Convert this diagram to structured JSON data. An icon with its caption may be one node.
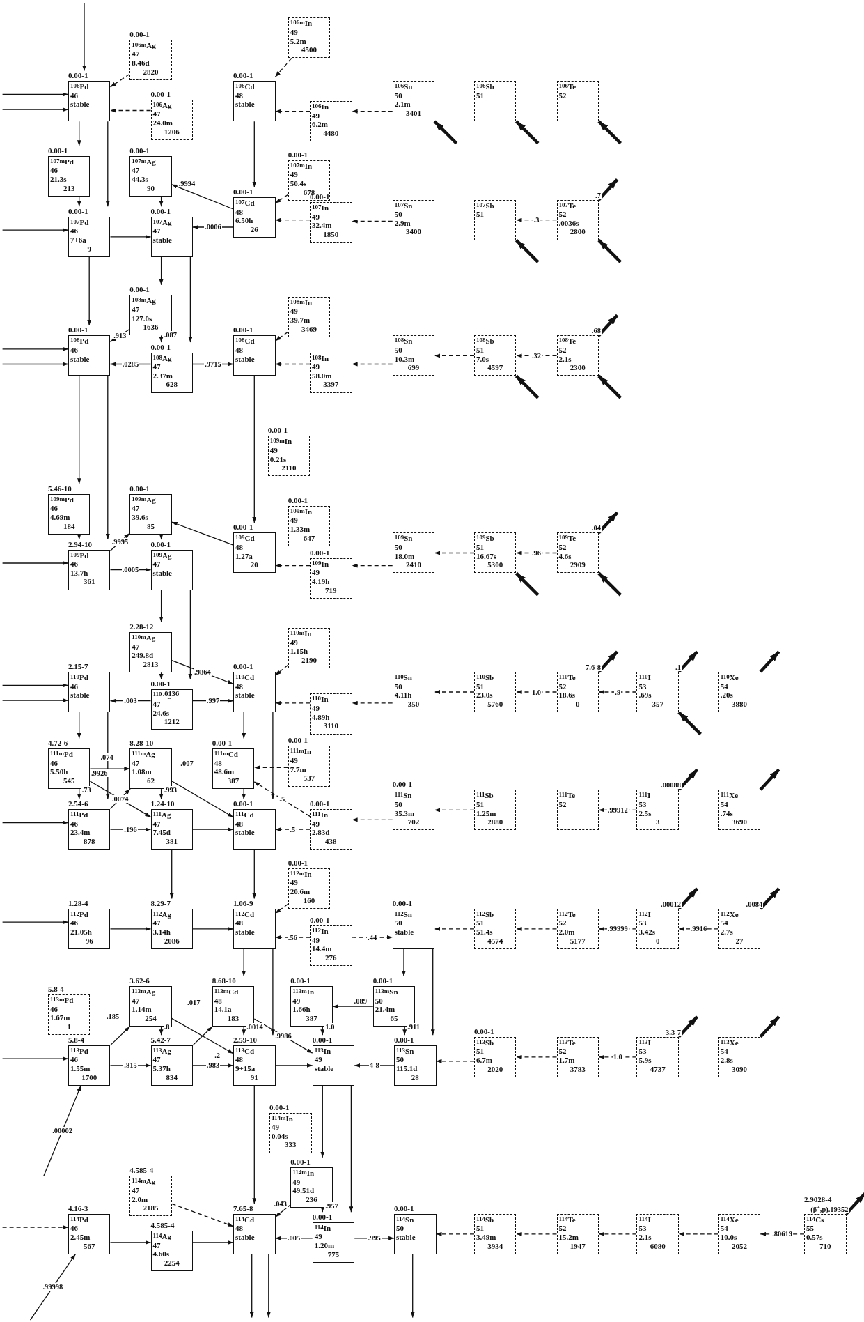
{
  "diagram": {
    "nodes": [
      {
        "text": [
          "$^{106}$Pd",
          "46",
          "stable"
        ],
        "beside": [
          "0.00-1"
        ]
      },
      {
        "text": [
          "$^{106m}$Ag",
          "47",
          "8.46d",
          "2820"
        ],
        "beside": [
          "0.00-1"
        ]
      },
      {
        "text": [
          "$^{106}$Ag",
          "47",
          "24.0m",
          "1206"
        ],
        "beside": [
          "0.00-1"
        ]
      },
      {
        "text": [
          "$^{106}$Cd",
          "48",
          "stable"
        ],
        "beside": [
          "0.00-1"
        ]
      },
      {
        "text": [
          "$^{106m}$In",
          "49",
          "5.2m",
          "4500"
        ]
      },
      {
        "text": [
          "$^{106}$In",
          "49",
          "6.2m",
          "4480"
        ]
      },
      {
        "text": [
          "$^{106}$Sn",
          "50",
          "2.1m",
          "3401"
        ]
      },
      {
        "text": [
          "$^{106}$Sb",
          "51"
        ]
      },
      {
        "text": [
          "$^{106}$Te",
          "52"
        ]
      },
      {
        "text": [
          "$^{107m}$Pd",
          "46",
          "21.3s",
          "213"
        ],
        "beside": [
          "0.00-1"
        ]
      },
      {
        "text": [
          "$^{107m}$Ag",
          "47",
          "44.3s",
          "90"
        ],
        "beside": [
          "0.00-1"
        ]
      },
      {
        "text": [
          "$^{107}$Pd",
          "46",
          "7+6a",
          "9"
        ],
        "beside": [
          "0.00-1"
        ]
      },
      {
        "text": [
          "$^{107}$Ag",
          "47",
          "stable"
        ],
        "beside": [
          "0.00-1"
        ]
      },
      {
        "text": [
          "$^{107}$Cd",
          "48",
          "6.50h",
          "26"
        ],
        "beside": [
          "0.00-1"
        ]
      },
      {
        "text": [
          "$^{107m}$In",
          "49",
          "50.4s",
          "678"
        ],
        "beside": [
          "0.00-1"
        ]
      },
      {
        "text": [
          "$^{107}$In",
          "49",
          "32.4m",
          "1850"
        ],
        "beside": [
          "0.00-1"
        ]
      },
      {
        "text": [
          "$^{107}$Sn",
          "50",
          "2.9m",
          "3400"
        ]
      },
      {
        "text": [
          "$^{107}$Sb",
          "51"
        ]
      },
      {
        "text": [
          "$^{107}$Te",
          "52",
          ".0036s",
          "2800"
        ]
      },
      {
        "text": [
          "$^{108m}$Ag",
          "47",
          "127.0s",
          "1636"
        ],
        "beside": [
          "0.00-1"
        ]
      },
      {
        "text": [
          "$^{108}$Pd",
          "46",
          "stable"
        ],
        "beside": [
          "0.00-1"
        ]
      },
      {
        "text": [
          "$^{108}$Ag",
          "47",
          "2.37m",
          "628"
        ],
        "beside": [
          "0.00-1"
        ]
      },
      {
        "text": [
          "$^{108}$Cd",
          "48",
          "stable"
        ],
        "beside": [
          "0.00-1"
        ]
      },
      {
        "text": [
          "$^{108m}$In",
          "49",
          "39.7m",
          "3469"
        ]
      },
      {
        "text": [
          "$^{108}$In",
          "49",
          "58.0m",
          "3397"
        ]
      },
      {
        "text": [
          "$^{108}$Sn",
          "50",
          "10.3m",
          "699"
        ]
      },
      {
        "text": [
          "$^{108}$Sb",
          "51",
          "7.0s",
          "4597"
        ]
      },
      {
        "text": [
          "$^{108}$Te",
          "52",
          "2.1s",
          "2300"
        ]
      },
      {
        "text": [
          "$^{109m}$In",
          "49",
          "0.21s",
          "2110"
        ],
        "beside": [
          "0.00-1"
        ]
      },
      {
        "text": [
          "$^{109m}$Pd",
          "46",
          "4.69m",
          "184"
        ],
        "beside": [
          "5.46-10"
        ]
      },
      {
        "text": [
          "$^{109m}$Ag",
          "47",
          "39.6s",
          "85"
        ],
        "beside": [
          "0.00-1"
        ]
      },
      {
        "text": [
          "$^{109m}$In",
          "49",
          "1.33m",
          "647"
        ],
        "beside": [
          "0.00-1"
        ]
      },
      {
        "text": [
          "$^{109}$Pd",
          "46",
          "13.7h",
          "361"
        ],
        "beside": [
          "2.94-10"
        ]
      },
      {
        "text": [
          "$^{109}$Ag",
          "47",
          "stable"
        ],
        "beside": [
          "0.00-1"
        ]
      },
      {
        "text": [
          "$^{109}$Cd",
          "48",
          "1.27a",
          "20"
        ],
        "beside": [
          "0.00-1"
        ]
      },
      {
        "text": [
          "$^{109}$In",
          "49",
          "4.19h",
          "719"
        ],
        "beside": [
          "0.00-1"
        ]
      },
      {
        "text": [
          "$^{109}$Sn",
          "50",
          "18.0m",
          "2410"
        ]
      },
      {
        "text": [
          "$^{109}$Sb",
          "51",
          "16.67s",
          "5300"
        ]
      },
      {
        "text": [
          "$^{109}$Te",
          "52",
          "4.6s",
          "2909"
        ]
      },
      {
        "text": [
          "$^{110m}$Ag",
          "47",
          "249.8d",
          "2813"
        ],
        "beside": [
          "2.28-12"
        ]
      },
      {
        "text": [
          "$^{110}$Pd",
          "46",
          "stable"
        ],
        "beside": [
          "2.15-7"
        ]
      },
      {
        "text": [
          "$^{110}$Ag",
          "47",
          "24.6s",
          "1212"
        ],
        "beside": [
          "0.00-1"
        ]
      },
      {
        "text": [
          "$^{110}$Cd",
          "48",
          "stable"
        ],
        "beside": [
          "0.00-1"
        ]
      },
      {
        "text": [
          "$^{110m}$In",
          "49",
          "1.15h",
          "2190"
        ]
      },
      {
        "text": [
          "$^{110}$In",
          "49",
          "4.89h",
          "3110"
        ]
      },
      {
        "text": [
          "$^{110}$Sn",
          "50",
          "4.11h",
          "350"
        ]
      },
      {
        "text": [
          "$^{110}$Sb",
          "51",
          "23.0s",
          "5760"
        ]
      },
      {
        "text": [
          "$^{110}$Te",
          "52",
          "18.6s",
          "0"
        ]
      },
      {
        "text": [
          "$^{110}$I",
          "53",
          ".69s",
          "357"
        ]
      },
      {
        "text": [
          "$^{110}$Xe",
          "54",
          ".20s",
          "3880"
        ]
      },
      {
        "text": [
          "$^{111m}$Pd",
          "46",
          "5.50h",
          "545"
        ],
        "beside": [
          "4.72-6"
        ]
      },
      {
        "text": [
          "$^{111m}$Ag",
          "47",
          "1.08m",
          "62"
        ],
        "beside": [
          "8.28-10"
        ]
      },
      {
        "text": [
          "$^{111m}$Cd",
          "48",
          "48.6m",
          "387"
        ],
        "beside": [
          "0.00-1"
        ]
      },
      {
        "text": [
          "$^{111m}$In",
          "49",
          "7.7m",
          "537"
        ],
        "beside": [
          "0.00-1"
        ]
      },
      {
        "text": [
          "$^{111}$Pd",
          "46",
          "23.4m",
          "878"
        ],
        "beside": [
          "2.54-6"
        ]
      },
      {
        "text": [
          "$^{111}$Ag",
          "47",
          "7.45d",
          "381"
        ],
        "beside": [
          "1.24-10"
        ]
      },
      {
        "text": [
          "$^{111}$Cd",
          "48",
          "stable"
        ],
        "beside": [
          "0.00-1"
        ]
      },
      {
        "text": [
          "$^{111}$In",
          "49",
          "2.83d",
          "438"
        ],
        "beside": [
          "0.00-1"
        ]
      },
      {
        "text": [
          "$^{111}$Sn",
          "50",
          "35.3m",
          "702"
        ],
        "beside": [
          "0.00-1"
        ]
      },
      {
        "text": [
          "$^{111}$Sb",
          "51",
          "1.25m",
          "2880"
        ]
      },
      {
        "text": [
          "$^{111}$Te",
          "52"
        ]
      },
      {
        "text": [
          "$^{111}$I",
          "53",
          "2.5s",
          "3"
        ]
      },
      {
        "text": [
          "$^{111}$Xe",
          "54",
          ".74s",
          "3690"
        ]
      },
      {
        "text": [
          "$^{112m}$In",
          "49",
          "20.6m",
          "160"
        ],
        "beside": [
          "0.00-1"
        ]
      },
      {
        "text": [
          "$^{112}$Pd",
          "46",
          "21.05h",
          "96"
        ],
        "beside": [
          "1.28-4"
        ]
      },
      {
        "text": [
          "$^{112}$Ag",
          "47",
          "3.14h",
          "2086"
        ],
        "beside": [
          "8.29-7"
        ]
      },
      {
        "text": [
          "$^{112}$Cd",
          "48",
          "stable"
        ],
        "beside": [
          "1.06-9"
        ]
      },
      {
        "text": [
          "$^{112}$In",
          "49",
          "14.4m",
          "276"
        ],
        "beside": [
          "0.00-1"
        ]
      },
      {
        "text": [
          "$^{112}$Sn",
          "50",
          "stable"
        ],
        "beside": [
          "0.00-1"
        ]
      },
      {
        "text": [
          "$^{112}$Sb",
          "51",
          "51.4s",
          "4574"
        ]
      },
      {
        "text": [
          "$^{112}$Te",
          "52",
          "2.0m",
          "5177"
        ]
      },
      {
        "text": [
          "$^{112}$I",
          "53",
          "3.42s",
          "0"
        ]
      },
      {
        "text": [
          "$^{112}$Xe",
          "54",
          "2.7s",
          "27"
        ]
      },
      {
        "text": [
          "$^{113m}$Pd",
          "46",
          "1.67m",
          "1"
        ],
        "beside": [
          "5.8-4"
        ]
      },
      {
        "text": [
          "$^{113m}$Ag",
          "47",
          "1.14m",
          "254"
        ],
        "beside": [
          "3.62-6"
        ]
      },
      {
        "text": [
          "$^{113m}$Cd",
          "48",
          "14.1a",
          "183"
        ],
        "beside": [
          "8.68-10"
        ]
      },
      {
        "text": [
          "$^{113m}$In",
          "49",
          "1.66h",
          "387"
        ],
        "beside": [
          "0.00-1"
        ]
      },
      {
        "text": [
          "$^{113m}$Sn",
          "50",
          "21.4m",
          "65"
        ],
        "beside": [
          "0.00-1"
        ]
      },
      {
        "text": [
          "$^{113}$Pd",
          "46",
          "1.55m",
          "1700"
        ],
        "beside": [
          "5.8-4"
        ]
      },
      {
        "text": [
          "$^{113}$Ag",
          "47",
          "5.37h",
          "834"
        ],
        "beside": [
          "5.42-7"
        ]
      },
      {
        "text": [
          "$^{113}$Cd",
          "48",
          "9+15a",
          "91"
        ],
        "beside": [
          "2.59-10"
        ]
      },
      {
        "text": [
          "$^{113}$In",
          "49",
          "stable"
        ],
        "beside": [
          "0.00-1"
        ]
      },
      {
        "text": [
          "$^{113}$Sn",
          "50",
          "115.1d",
          "28"
        ],
        "beside": [
          "0.00-1"
        ]
      },
      {
        "text": [
          "$^{113}$Sb",
          "51",
          "6.7m",
          "2020"
        ],
        "beside": [
          "0.00-1"
        ]
      },
      {
        "text": [
          "$^{113}$Te",
          "52",
          "1.7m",
          "3783"
        ]
      },
      {
        "text": [
          "$^{113}$I",
          "53",
          "5.9s",
          "4737"
        ]
      },
      {
        "text": [
          "$^{113}$Xe",
          "54",
          "2.8s",
          "3090"
        ]
      },
      {
        "text": [
          "$^{114m}$In",
          "49",
          "0.04s",
          "333"
        ],
        "beside": [
          "0.00-1"
        ]
      },
      {
        "text": [
          "$^{114m}$Ag",
          "47",
          "2.0m",
          "2185"
        ],
        "beside": [
          "4.585-4"
        ]
      },
      {
        "text": [
          "$^{114m}$In",
          "49",
          "49.51d",
          "236"
        ],
        "beside": [
          "0.00-1"
        ]
      },
      {
        "text": [
          "$^{114}$Pd",
          "46",
          "2.45m",
          "567"
        ],
        "beside": [
          "4.16-3"
        ]
      },
      {
        "text": [
          "$^{114}$Ag",
          "47",
          "4.60s",
          "2254"
        ],
        "beside": [
          "4.585-4"
        ]
      },
      {
        "text": [
          "$^{114}$Cd",
          "48",
          "stable"
        ],
        "beside": [
          "7.65-8"
        ]
      },
      {
        "text": [
          "$^{114}$In",
          "49",
          "1.20m",
          "775"
        ],
        "beside": [
          "0.00-1"
        ]
      },
      {
        "text": [
          "$^{114}$Sn",
          "50",
          "stable"
        ],
        "beside": [
          "0.00-1"
        ]
      },
      {
        "text": [
          "$^{114}$Sb",
          "51",
          "3.49m",
          "3934"
        ]
      },
      {
        "text": [
          "$^{114}$Te",
          "52",
          "15.2m",
          "1947"
        ]
      },
      {
        "text": [
          "$^{114}$I",
          "53",
          "2.1s",
          "6080"
        ]
      },
      {
        "text": [
          "$^{114}$Xe",
          "54",
          "10.0s",
          "2052"
        ]
      },
      {
        "text": [
          "$^{114}$Cs",
          "55",
          "0.57s",
          "710"
        ],
        "beside": [
          "2.9028-4"
        ]
      }
    ],
    "edges": [
      {
        "from": null,
        "to": 0,
        "arrow": "to"
      },
      {
        "from": null,
        "to": 0,
        "arrow": "to"
      },
      {
        "from": null,
        "to": 0,
        "arrow": "to"
      },
      {
        "from": 1,
        "to": 0,
        "arrow": "to",
        "style": "dashed"
      },
      {
        "from": 2,
        "to": 0,
        "arrow": "to",
        "style": "dashed"
      },
      {
        "from": 4,
        "to": 3,
        "arrow": "to",
        "style": "dashed"
      },
      {
        "from": 5,
        "to": 3,
        "arrow": "to",
        "style": "dashed"
      },
      {
        "from": 6,
        "to": 5,
        "arrow": "to",
        "style": "dashed"
      },
      {
        "from": null,
        "to": 6,
        "arrow": "to",
        "style": "thick"
      },
      {
        "from": null,
        "to": 7,
        "arrow": "to",
        "style": "thick"
      },
      {
        "from": null,
        "to": 8,
        "arrow": "to",
        "style": "thick"
      },
      {
        "from": 0,
        "to": 9,
        "arrow": "to"
      },
      {
        "from": 0,
        "to": 11,
        "arrow": "to"
      },
      {
        "from": 3,
        "to": 13,
        "arrow": "to"
      },
      {
        "from": null,
        "to": 11,
        "arrow": "to"
      },
      {
        "from": 9,
        "to": 11,
        "arrow": "to"
      },
      {
        "from": 10,
        "to": 12,
        "arrow": "to"
      },
      {
        "from": 13,
        "to": 10,
        "arrow": "to",
        "label": ".9994"
      },
      {
        "from": 13,
        "to": 12,
        "arrow": "to",
        "label": ".0006"
      },
      {
        "from": 11,
        "to": 12,
        "arrow": "to"
      },
      {
        "from": 14,
        "to": 13,
        "arrow": "to",
        "style": "dashed"
      },
      {
        "from": 15,
        "to": 13,
        "arrow": "to",
        "style": "dashed"
      },
      {
        "from": 16,
        "to": 15,
        "arrow": "to",
        "style": "dashed"
      },
      {
        "from": 18,
        "to": 17,
        "arrow": "to",
        "label": ".3",
        "style": "dashed"
      },
      {
        "from": null,
        "to": 17,
        "arrow": "to",
        "style": "thick"
      },
      {
        "from": null,
        "to": 18,
        "arrow": "to",
        "style": "thick"
      },
      {
        "from": 18,
        "to": null,
        "arrow": "to",
        "label": ".7",
        "style": "thick"
      },
      {
        "from": 11,
        "to": 20,
        "arrow": "to"
      },
      {
        "from": 12,
        "to": 19,
        "arrow": "to"
      },
      {
        "from": 12,
        "to": 21,
        "arrow": "to"
      },
      {
        "from": null,
        "to": 20,
        "arrow": "to"
      },
      {
        "from": null,
        "to": 20,
        "arrow": "to"
      },
      {
        "from": 19,
        "to": 20,
        "arrow": "to",
        "label": ".913"
      },
      {
        "from": 19,
        "to": 21,
        "arrow": "to",
        "label": ".087"
      },
      {
        "from": 21,
        "to": 20,
        "arrow": "to",
        "label": ".0285"
      },
      {
        "from": 21,
        "to": 22,
        "arrow": "to",
        "label": ".9715"
      },
      {
        "from": 23,
        "to": 22,
        "arrow": "to",
        "style": "dashed"
      },
      {
        "from": 24,
        "to": 22,
        "arrow": "to",
        "style": "dashed"
      },
      {
        "from": 25,
        "to": 24,
        "arrow": "to",
        "style": "dashed"
      },
      {
        "from": 26,
        "to": 25,
        "arrow": "to",
        "style": "dashed"
      },
      {
        "from": 27,
        "to": 26,
        "arrow": "to",
        "label": ".32",
        "style": "dashed"
      },
      {
        "from": null,
        "to": 26,
        "arrow": "to",
        "style": "thick"
      },
      {
        "from": null,
        "to": 27,
        "arrow": "to",
        "style": "thick"
      },
      {
        "from": 27,
        "to": null,
        "arrow": "to",
        "label": ".68",
        "style": "thick"
      },
      {
        "from": 20,
        "to": 29,
        "arrow": "to"
      },
      {
        "from": 20,
        "to": 32,
        "arrow": "to"
      },
      {
        "from": 22,
        "to": 34,
        "arrow": "to"
      },
      {
        "from": null,
        "to": 32,
        "arrow": "to"
      },
      {
        "from": 29,
        "to": 32,
        "arrow": "to"
      },
      {
        "from": 32,
        "to": 30,
        "arrow": "to",
        "label": ".9995"
      },
      {
        "from": 32,
        "to": 33,
        "arrow": "to",
        "label": ".0005"
      },
      {
        "from": 30,
        "to": 33,
        "arrow": "to"
      },
      {
        "from": 34,
        "to": 30,
        "arrow": "to"
      },
      {
        "from": 35,
        "to": 34,
        "arrow": "to",
        "style": "dashed"
      },
      {
        "from": 36,
        "to": 35,
        "arrow": "to",
        "style": "dashed"
      },
      {
        "from": 37,
        "to": 36,
        "arrow": "to",
        "style": "dashed"
      },
      {
        "from": 38,
        "to": 37,
        "arrow": "to",
        "label": ".96",
        "style": "dashed"
      },
      {
        "from": null,
        "to": 37,
        "arrow": "to",
        "style": "thick"
      },
      {
        "from": null,
        "to": 38,
        "arrow": "to",
        "style": "thick"
      },
      {
        "from": 38,
        "to": null,
        "arrow": "to",
        "label": ".04",
        "style": "thick"
      },
      {
        "from": 33,
        "to": 39,
        "arrow": "to"
      },
      {
        "from": 33,
        "to": 41,
        "arrow": "to"
      },
      {
        "from": null,
        "to": 40,
        "arrow": "to"
      },
      {
        "from": null,
        "to": 40,
        "arrow": "to"
      },
      {
        "from": 39,
        "to": 41,
        "arrow": "to",
        "label": ".0136"
      },
      {
        "from": 39,
        "to": 42,
        "arrow": "to",
        "label": ".9864"
      },
      {
        "from": 41,
        "to": 40,
        "arrow": "to",
        "label": ".003"
      },
      {
        "from": 41,
        "to": 42,
        "arrow": "to",
        "label": ".997"
      },
      {
        "from": 43,
        "to": 42,
        "arrow": "to",
        "style": "dashed"
      },
      {
        "from": 44,
        "to": 42,
        "arrow": "to",
        "style": "dashed"
      },
      {
        "from": 45,
        "to": 44,
        "arrow": "to",
        "style": "dashed"
      },
      {
        "from": 46,
        "to": 45,
        "arrow": "to",
        "style": "dashed"
      },
      {
        "from": 47,
        "to": 46,
        "arrow": "to",
        "label": "1.0",
        "style": "dashed"
      },
      {
        "from": 48,
        "to": 47,
        "arrow": "to",
        "label": ".9",
        "style": "dashed"
      },
      {
        "from": 47,
        "to": null,
        "arrow": "to",
        "label": "7.6-8",
        "style": "thick"
      },
      {
        "from": null,
        "to": 48,
        "arrow": "to",
        "style": "thick"
      },
      {
        "from": 48,
        "to": null,
        "arrow": "to",
        "label": ".1",
        "style": "thick"
      },
      {
        "from": 49,
        "to": null,
        "arrow": "to",
        "style": "thick"
      },
      {
        "from": 40,
        "to": 50,
        "arrow": "to"
      },
      {
        "from": 40,
        "to": 54,
        "arrow": "to"
      },
      {
        "from": 42,
        "to": 52,
        "arrow": "to"
      },
      {
        "from": 42,
        "to": 56,
        "arrow": "to"
      },
      {
        "from": null,
        "to": 54,
        "arrow": "to"
      },
      {
        "from": 50,
        "to": 51,
        "arrow": "to",
        "label": ".074"
      },
      {
        "from": 50,
        "to": 55,
        "arrow": "to",
        "label": ".9926"
      },
      {
        "from": 50,
        "to": 54,
        "arrow": "to",
        "label": ".73"
      },
      {
        "from": 54,
        "to": 55,
        "arrow": "to",
        "label": ".196"
      },
      {
        "from": 54,
        "to": 51,
        "arrow": "to",
        "label": ".0074"
      },
      {
        "from": 51,
        "to": 55,
        "arrow": "to",
        "label": ".993"
      },
      {
        "from": 51,
        "to": 56,
        "arrow": "to",
        "label": ".007"
      },
      {
        "from": 55,
        "to": 56,
        "arrow": "to"
      },
      {
        "from": 52,
        "to": 56,
        "arrow": "to"
      },
      {
        "from": 53,
        "to": 52,
        "arrow": "to",
        "style": "dashed"
      },
      {
        "from": 57,
        "to": 52,
        "arrow": "to",
        "label": ".5",
        "style": "dashed"
      },
      {
        "from": 57,
        "to": 56,
        "arrow": "to",
        "label": ".5",
        "style": "dashed"
      },
      {
        "from": 58,
        "to": 57,
        "arrow": "to",
        "style": "dashed"
      },
      {
        "from": 59,
        "to": 58,
        "arrow": "to",
        "style": "dashed"
      },
      {
        "from": 61,
        "to": 60,
        "arrow": "to",
        "label": ".99912",
        "style": "dashed"
      },
      {
        "from": 61,
        "to": null,
        "arrow": "to",
        "label": ".00088",
        "style": "thick"
      },
      {
        "from": 62,
        "to": null,
        "arrow": "to",
        "style": "thick"
      },
      {
        "from": 55,
        "to": 65,
        "arrow": "to"
      },
      {
        "from": 56,
        "to": 66,
        "arrow": "to"
      },
      {
        "from": null,
        "to": 64,
        "arrow": "to"
      },
      {
        "from": 64,
        "to": 65,
        "arrow": "to"
      },
      {
        "from": 65,
        "to": 66,
        "arrow": "to"
      },
      {
        "from": 63,
        "to": 66,
        "arrow": "to",
        "style": "dashed"
      },
      {
        "from": 67,
        "to": 66,
        "arrow": "to",
        "label": ".56",
        "style": "dashed"
      },
      {
        "from": 67,
        "to": 68,
        "arrow": "to",
        "label": ".44",
        "style": "dashed"
      },
      {
        "from": 69,
        "to": 68,
        "arrow": "to",
        "style": "dashed"
      },
      {
        "from": 70,
        "to": 69,
        "arrow": "to",
        "style": "dashed"
      },
      {
        "from": 71,
        "to": 70,
        "arrow": "to",
        "label": ".99999",
        "style": "dashed"
      },
      {
        "from": 72,
        "to": 71,
        "arrow": "to",
        "label": ".9916",
        "style": "dashed"
      },
      {
        "from": 71,
        "to": null,
        "arrow": "to",
        "label": ".00012",
        "style": "thick"
      },
      {
        "from": 72,
        "to": null,
        "arrow": "to",
        "label": ".0084",
        "style": "thick"
      },
      {
        "from": 66,
        "to": 75,
        "arrow": "to"
      },
      {
        "from": 66,
        "to": 80,
        "arrow": "to"
      },
      {
        "from": 68,
        "to": 77,
        "arrow": "to"
      },
      {
        "from": 68,
        "to": 82,
        "arrow": "to"
      },
      {
        "from": null,
        "to": 78,
        "arrow": "to"
      },
      {
        "from": null,
        "to": 78,
        "arrow": "to",
        "label": ".00002"
      },
      {
        "from": 78,
        "to": 74,
        "arrow": "to",
        "label": ".185"
      },
      {
        "from": 78,
        "to": 79,
        "arrow": "to",
        "label": ".815"
      },
      {
        "from": 74,
        "to": 79,
        "arrow": "to",
        "label": ".8"
      },
      {
        "from": 74,
        "to": 80,
        "arrow": "to",
        "label": ".2"
      },
      {
        "from": 79,
        "to": 75,
        "arrow": "to",
        "label": ".017"
      },
      {
        "from": 79,
        "to": 80,
        "arrow": "to",
        "label": ".983"
      },
      {
        "from": 75,
        "to": 80,
        "arrow": "to",
        "label": ".0014"
      },
      {
        "from": 75,
        "to": 81,
        "arrow": "to",
        "label": ".9986"
      },
      {
        "from": 80,
        "to": 81,
        "arrow": "to"
      },
      {
        "from": 77,
        "to": 76,
        "arrow": "to",
        "label": ".089"
      },
      {
        "from": 77,
        "to": 82,
        "arrow": "to",
        "label": ".911"
      },
      {
        "from": 82,
        "to": 81,
        "arrow": "to",
        "label": "4-8"
      },
      {
        "from": 76,
        "to": 81,
        "arrow": "to",
        "label": "1.0"
      },
      {
        "from": 83,
        "to": 82,
        "arrow": "to",
        "style": "dashed"
      },
      {
        "from": 84,
        "to": 83,
        "arrow": "to",
        "style": "dashed"
      },
      {
        "from": 85,
        "to": 84,
        "arrow": "to",
        "label": "1.0",
        "style": "dashed"
      },
      {
        "from": 85,
        "to": null,
        "arrow": "to",
        "label": "3.3-7",
        "style": "thick"
      },
      {
        "from": 86,
        "to": null,
        "arrow": "to",
        "style": "thick"
      },
      {
        "from": 80,
        "to": 92,
        "arrow": "to"
      },
      {
        "from": 81,
        "to": 89,
        "arrow": "to"
      },
      {
        "from": 81,
        "to": 93,
        "arrow": "to"
      },
      {
        "from": null,
        "to": 90,
        "arrow": "to",
        "style": "dashed"
      },
      {
        "from": null,
        "to": 90,
        "arrow": "to",
        "label": ".99998"
      },
      {
        "from": 90,
        "to": 91,
        "arrow": "to"
      },
      {
        "from": 91,
        "to": 92,
        "arrow": "to"
      },
      {
        "from": 88,
        "to": 92,
        "arrow": "to",
        "style": "dashed"
      },
      {
        "from": 89,
        "to": 92,
        "arrow": "to",
        "label": ".043"
      },
      {
        "from": 89,
        "to": 93,
        "arrow": "to",
        "label": ".957"
      },
      {
        "from": 93,
        "to": 92,
        "arrow": "to",
        "label": ".005"
      },
      {
        "from": 93,
        "to": 94,
        "arrow": "to",
        "label": ".995"
      },
      {
        "from": 95,
        "to": 94,
        "arrow": "to",
        "style": "dashed"
      },
      {
        "from": 96,
        "to": 95,
        "arrow": "to",
        "style": "dashed"
      },
      {
        "from": 97,
        "to": 96,
        "arrow": "to",
        "style": "dashed"
      },
      {
        "from": 98,
        "to": 97,
        "arrow": "to",
        "style": "dashed"
      },
      {
        "from": 99,
        "to": 98,
        "arrow": "to",
        "label": ".80619",
        "style": "dashed"
      },
      {
        "from": 99,
        "to": null,
        "arrow": "to",
        "label": "(β$^{+}$,p).19352",
        "style": "thick"
      },
      {
        "from": 92,
        "to": null,
        "arrow": "to"
      },
      {
        "from": 92,
        "to": null,
        "arrow": "to"
      },
      {
        "from": 94,
        "to": null,
        "arrow": "to"
      }
    ]
  }
}
